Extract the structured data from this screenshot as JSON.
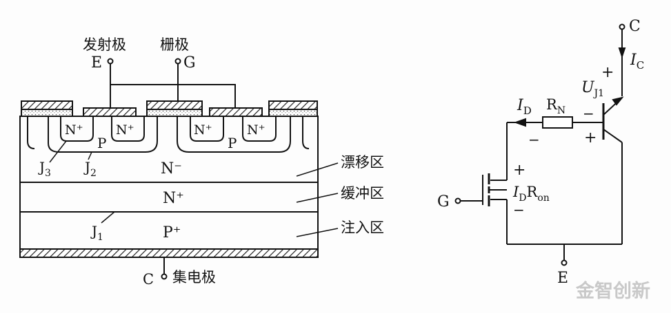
{
  "structure": {
    "emitter_cn": "发射极",
    "gate_cn": "栅极",
    "emitter": "E",
    "gate": "G",
    "collector": "C",
    "collector_cn": "集电极",
    "region_n_plus": "N⁺",
    "region_p": "P",
    "region_n_minus": "N⁻",
    "region_buffer_n_plus": "N⁺",
    "region_p_plus": "P⁺",
    "j1": "J",
    "j1_sub": "1",
    "j2": "J",
    "j2_sub": "2",
    "j3": "J",
    "j3_sub": "3",
    "drift_region": "漂移区",
    "buffer_region": "缓冲区",
    "injection_region": "注入区"
  },
  "circuit": {
    "collector": "C",
    "ic": "I",
    "ic_sub": "C",
    "plus": "+",
    "minus": "−",
    "uj1": "U",
    "uj1_sub": "J1",
    "id": "I",
    "id_sub": "D",
    "rn": "R",
    "rn_sub": "N",
    "gate": "G",
    "idron": "I",
    "idron_sub1": "D",
    "idron_r": "R",
    "idron_sub2": "on",
    "emitter": "E"
  },
  "watermark": "金智创新"
}
